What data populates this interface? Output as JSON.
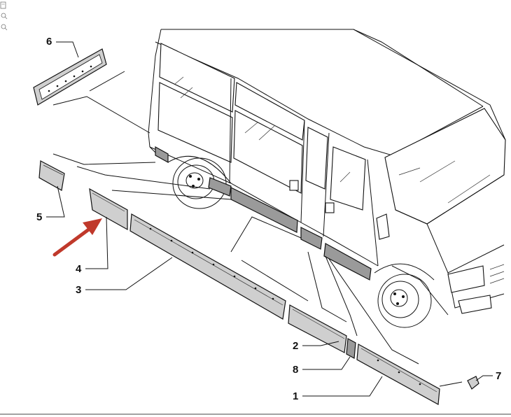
{
  "diagram": {
    "callouts": [
      {
        "id": "c6",
        "label": "6"
      },
      {
        "id": "c5",
        "label": "5"
      },
      {
        "id": "c4",
        "label": "4"
      },
      {
        "id": "c3",
        "label": "3"
      },
      {
        "id": "c2",
        "label": "2"
      },
      {
        "id": "c8",
        "label": "8"
      },
      {
        "id": "c1",
        "label": "1"
      },
      {
        "id": "c7",
        "label": "7"
      }
    ],
    "highlight_color": "#c0392b",
    "toolbar_icons": [
      "document-icon",
      "zoom-in-icon",
      "zoom-out-icon"
    ]
  }
}
